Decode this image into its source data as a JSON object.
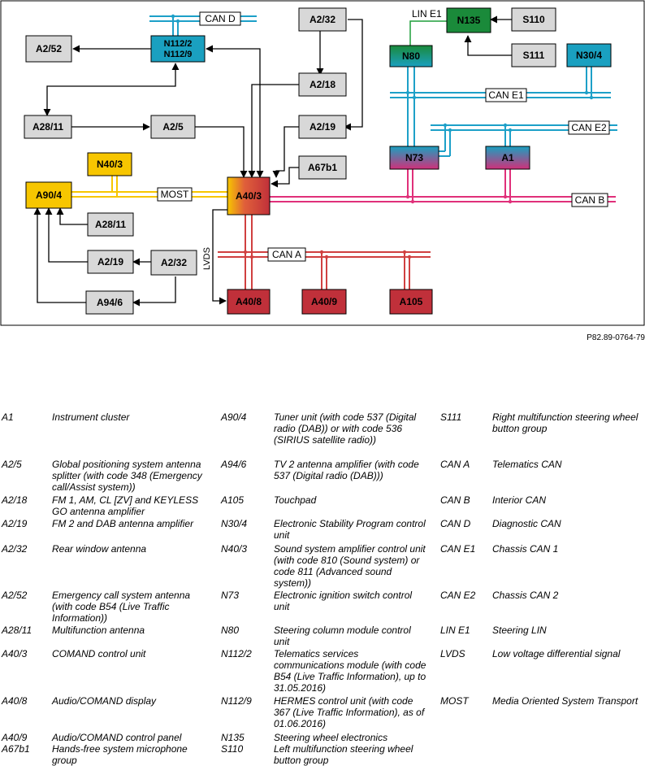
{
  "figure_code": "P82.89-0764-79",
  "colors": {
    "most": "#f7c600",
    "can_b": "#e0307a",
    "can_a": "#d04040",
    "can_d": "#1da0c8",
    "can_e": "#1da0c8",
    "lin": "#1e9e3a",
    "grey_box": "#d8d8d8",
    "yellow_box": "#f7c600",
    "teal_box": "#1aa0c0",
    "green_box": "#1a8a3a",
    "red_box": "#c0303a"
  },
  "boxes": {
    "a2_52": "A2/52",
    "n112": "N112/2\nN112/9",
    "a2_32_top": "A2/32",
    "a2_18": "A2/18",
    "a28_11_top": "A28/11",
    "a2_5": "A2/5",
    "a2_19_top": "A2/19",
    "n40_3": "N40/3",
    "a67b1": "A67b1",
    "a90_4": "A90/4",
    "a40_3": "A40/3",
    "a28_11_bottom": "A28/11",
    "a2_19_bottom": "A2/19",
    "a2_32_bottom": "A2/32",
    "a94_6": "A94/6",
    "a40_8": "A40/8",
    "a40_9": "A40/9",
    "a105": "A105",
    "n135": "N135",
    "s110": "S110",
    "n80": "N80",
    "s111": "S111",
    "n30_4": "N30/4",
    "n73": "N73",
    "a1": "A1"
  },
  "bus_labels": {
    "can_d": "CAN D",
    "lin_e1": "LIN E1",
    "can_e1": "CAN E1",
    "can_e2": "CAN E2",
    "most": "MOST",
    "can_b": "CAN B",
    "can_a": "CAN A",
    "lvds": "LVDS"
  },
  "legend": {
    "col1": [
      {
        "code": "A1",
        "desc": "Instrument cluster"
      },
      {
        "code": "A2/5",
        "desc": "Global positioning system antenna splitter (with code 348 (Emergency call/Assist system))"
      },
      {
        "code": "A2/18",
        "desc": "FM 1, AM, CL [ZV] and KEYLESS GO antenna amplifier"
      },
      {
        "code": "A2/19",
        "desc": "FM 2 and DAB antenna amplifier"
      },
      {
        "code": "A2/32",
        "desc": "Rear window antenna"
      },
      {
        "code": "A2/52",
        "desc": "Emergency call system antenna (with code B54 (Live Traffic Information))"
      },
      {
        "code": "A28/11",
        "desc": "Multifunction antenna"
      },
      {
        "code": "A40/3",
        "desc": "COMAND control unit"
      },
      {
        "code": "A40/8",
        "desc": "Audio/COMAND display"
      },
      {
        "code": "A40/9",
        "desc": "Audio/COMAND control panel"
      },
      {
        "code": "A67b1",
        "desc": "Hands-free system microphone group"
      }
    ],
    "col2": [
      {
        "code": "A90/4",
        "desc": "Tuner unit (with code 537 (Digital radio (DAB)) or with code 536 (SIRIUS satellite radio))"
      },
      {
        "code": "A94/6",
        "desc": "TV 2 antenna amplifier (with code 537 (Digital radio (DAB)))"
      },
      {
        "code": "A105",
        "desc": "Touchpad"
      },
      {
        "code": "N30/4",
        "desc": "Electronic Stability Program control unit"
      },
      {
        "code": "N40/3",
        "desc": "Sound system amplifier control unit (with code 810 (Sound system) or code 811 (Advanced sound system))"
      },
      {
        "code": "N73",
        "desc": "Electronic ignition switch control unit"
      },
      {
        "code": "N80",
        "desc": "Steering column module control unit"
      },
      {
        "code": "N112/2",
        "desc": "Telematics services communications module (with code B54 (Live Traffic Information), up to 31.05.2016)"
      },
      {
        "code": "N112/9",
        "desc": "HERMES control unit (with code 367 (Live Traffic Information), as of 01.06.2016)"
      },
      {
        "code": "N135",
        "desc": "Steering wheel electronics"
      },
      {
        "code": "S110",
        "desc": "Left multifunction steering wheel button group"
      }
    ],
    "col3": [
      {
        "code": "S111",
        "desc": "Right multifunction steering wheel button group"
      },
      {
        "code": "CAN A",
        "desc": "Telematics CAN"
      },
      {
        "code": "CAN B",
        "desc": "Interior CAN"
      },
      {
        "code": "CAN D",
        "desc": "Diagnostic CAN"
      },
      {
        "code": "CAN E1",
        "desc": "Chassis CAN 1"
      },
      {
        "code": "CAN E2",
        "desc": "Chassis CAN 2"
      },
      {
        "code": "LIN E1",
        "desc": "Steering LIN"
      },
      {
        "code": "LVDS",
        "desc": "Low voltage differential signal"
      },
      {
        "code": "MOST",
        "desc": "Media Oriented System Transport"
      }
    ]
  }
}
